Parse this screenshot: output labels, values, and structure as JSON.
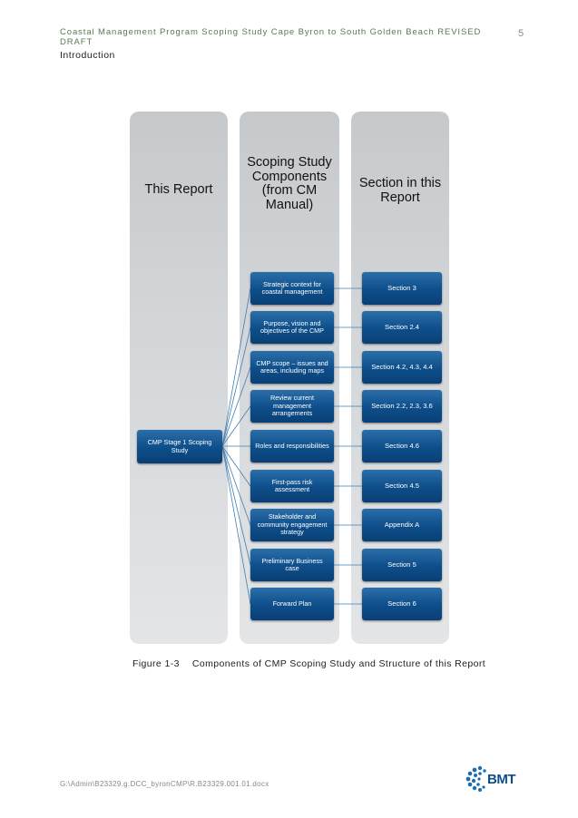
{
  "header": {
    "title": "Coastal Management Program Scoping Study Cape Byron to South Golden Beach REVISED DRAFT",
    "page_number": "5",
    "section": "Introduction"
  },
  "figure": {
    "columns": [
      "This Report",
      "Scoping Study Components (from CM Manual)",
      "Section in this Report"
    ],
    "root_node": "CMP Stage 1 Scoping Study",
    "components": [
      "Strategic context for coastal management",
      "Purpose, vision and objectives of the CMP",
      "CMP scope – issues and areas, including maps",
      "Review current management arrangements",
      "Roles and responsibilities",
      "First-pass risk assessment",
      "Stakeholder and community engagement strategy",
      "Preliminary Business case",
      "Forward Plan"
    ],
    "sections": [
      "Section 3",
      "Section 2.4",
      "Section 4.2, 4.3, 4.4",
      "Section 2.2, 2.3, 3.6",
      "Section 4.6",
      "Section 4.5",
      "Appendix A",
      "Section 5",
      "Section 6"
    ],
    "caption_number": "Figure 1-3",
    "caption_text": "Components of CMP Scoping Study and Structure of this Report"
  },
  "footer": {
    "file_path": "G:\\Admin\\B23329.g.DCC_byronCMP\\R.B23329.001.01.docx",
    "logo_text": "BMT"
  },
  "colors": {
    "node_blue": "#0d4e8a",
    "column_grey": "#d3d6d9",
    "header_green": "#5a7a52"
  }
}
